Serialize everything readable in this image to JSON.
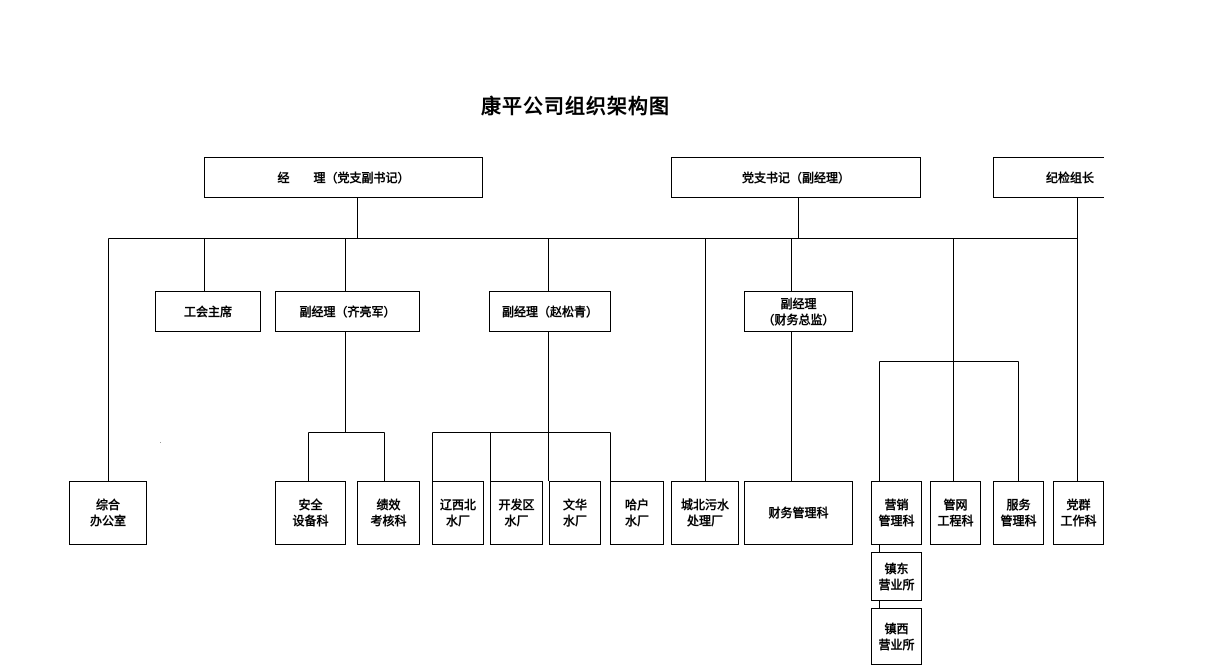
{
  "title": "康平公司组织架构图",
  "nodes": {
    "manager": "经　　理（党支副书记）",
    "party_secretary": "党支书记（副经理）",
    "discipline": "纪检组长",
    "union": "工会主席",
    "deputy_qi": "副经理（齐亮军）",
    "deputy_zhao": "副经理（赵松青）",
    "deputy_finance": "副经理\n（财务总监）",
    "office": "综合\n办公室",
    "safety": "安全\n设备科",
    "performance": "绩效\n考核科",
    "liaoxibei": "辽西北\n水厂",
    "kaifaqu": "开发区\n水厂",
    "wenhua": "文华\n水厂",
    "hahu": "哈户\n水厂",
    "chengbei": "城北污水\n处理厂",
    "finance": "财务管理科",
    "marketing": "营销\n管理科",
    "pipe": "管网\n工程科",
    "service": "服务\n管理科",
    "party_work": "党群\n工作科",
    "zhendong": "镇东\n营业所",
    "zhenxi": "镇西\n营业所"
  }
}
